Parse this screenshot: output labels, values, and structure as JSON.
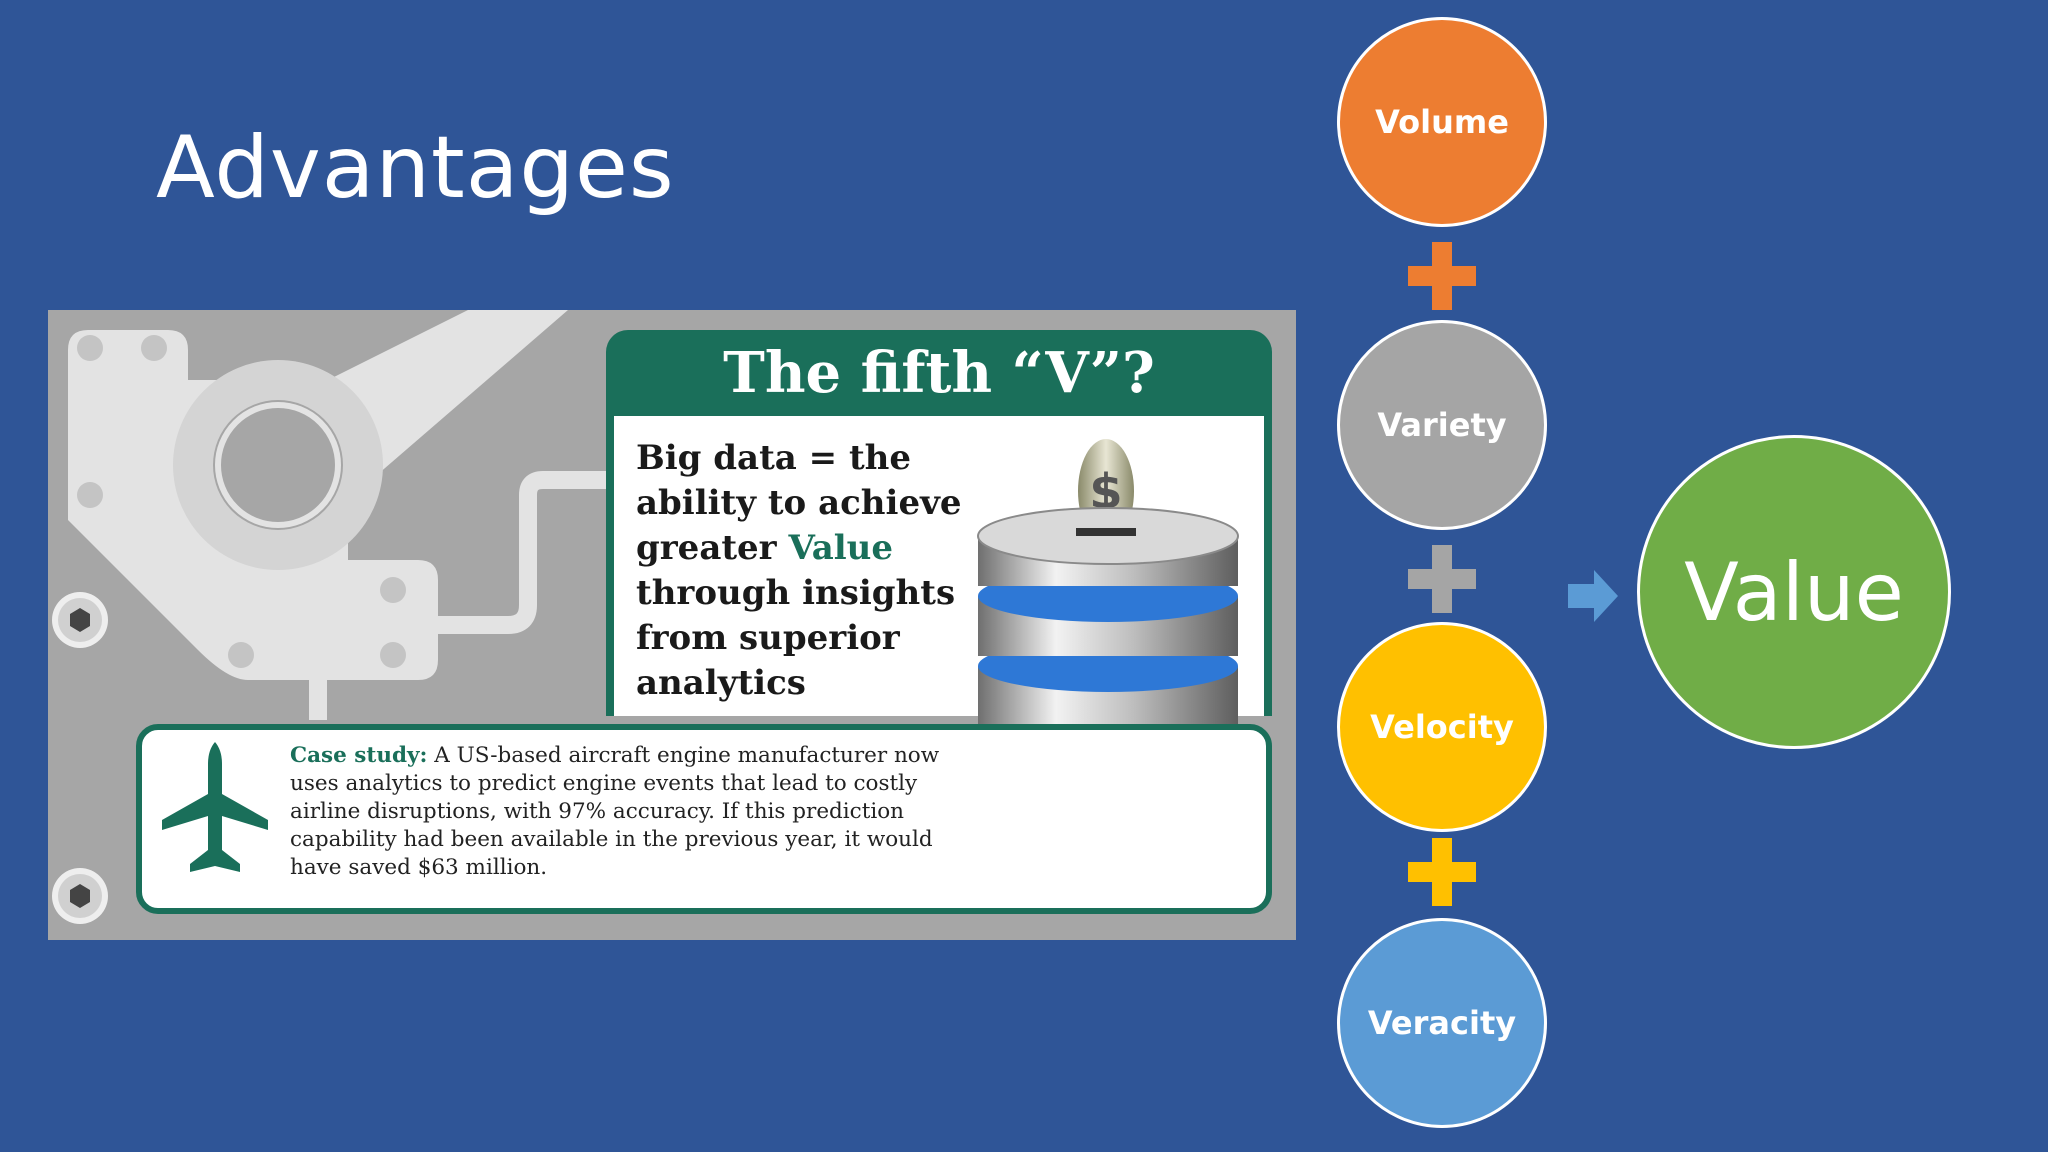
{
  "slide": {
    "title": "Advantages"
  },
  "infographic": {
    "header": "The fifth “V”?",
    "statement_pre": "Big data = the ability to achieve greater",
    "statement_highlight": "Value",
    "statement_post": "through insights from superior analytics",
    "case_label": "Case study:",
    "case_text": "A US-based aircraft engine manufacturer now uses analytics to predict engine events that lead to costly airline disruptions, with 97% accuracy. If this prediction capability had been available in the previous year, it would have saved $63 million.",
    "accent_color": "#1a6f5a"
  },
  "vs": [
    {
      "label": "Volume",
      "color": "#ed7d31"
    },
    {
      "label": "Variety",
      "color": "#a5a5a5"
    },
    {
      "label": "Velocity",
      "color": "#ffc000"
    },
    {
      "label": "Veracity",
      "color": "#5b9bd5"
    }
  ],
  "result": {
    "label": "Value",
    "color": "#70ad47"
  },
  "icons": [
    "plus-icon",
    "arrow-right-icon",
    "airplane-icon",
    "database-icon",
    "dollar-coin-icon",
    "screw-icon"
  ]
}
